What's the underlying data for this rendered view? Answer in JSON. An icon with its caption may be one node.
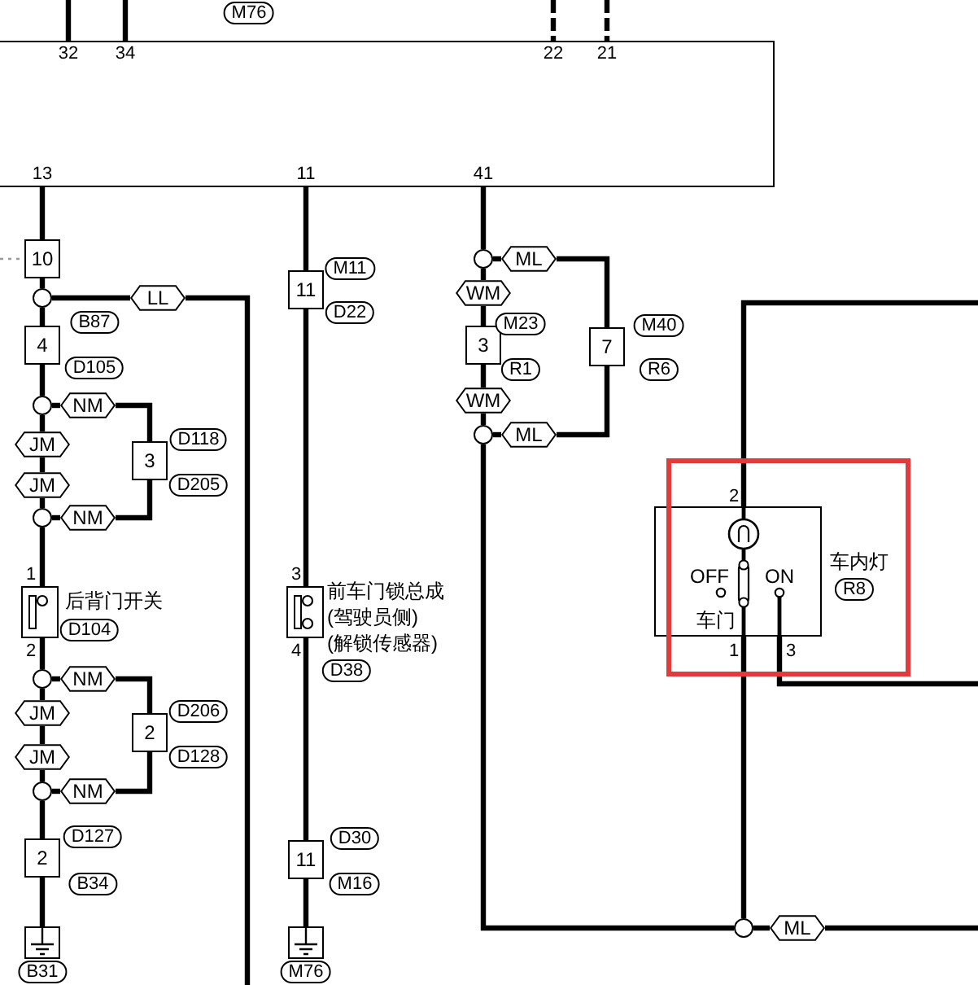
{
  "diagram": {
    "nodes": [
      {
        "text": [],
        "shape": "box"
      },
      {
        "text": [
          "10"
        ]
      },
      {
        "text": [],
        "shape": "circle"
      },
      {
        "text": [
          "LL"
        ]
      },
      {
        "text": [
          "4"
        ],
        "beside": [
          "B87",
          "D105"
        ]
      },
      {
        "text": [],
        "shape": "circle"
      },
      {
        "text": [
          "NM"
        ]
      },
      {
        "text": [
          "3"
        ],
        "beside": [
          "D118",
          "D205"
        ]
      },
      {
        "text": [
          "JM"
        ]
      },
      {
        "text": [
          "JM"
        ]
      },
      {
        "text": [],
        "shape": "circle"
      },
      {
        "text": [
          "NM"
        ]
      },
      {
        "text": [
          "后背门开关"
        ],
        "beside": [
          "D104"
        ]
      },
      {
        "text": [],
        "shape": "circle"
      },
      {
        "text": [
          "NM"
        ]
      },
      {
        "text": [
          "2"
        ],
        "beside": [
          "D206",
          "D128"
        ]
      },
      {
        "text": [
          "JM"
        ]
      },
      {
        "text": [
          "JM"
        ]
      },
      {
        "text": [],
        "shape": "circle"
      },
      {
        "text": [
          "NM"
        ]
      },
      {
        "text": [
          "2"
        ],
        "beside": [
          "D127",
          "B34"
        ]
      },
      {
        "text": [],
        "shape": "ground",
        "beside": [
          "B31"
        ]
      },
      {
        "text": [
          "11"
        ],
        "beside": [
          "M11",
          "D22"
        ]
      },
      {
        "text": [
          "前车门锁总成",
          "(驾驶员侧)",
          "(解锁传感器)"
        ],
        "beside": [
          "D38"
        ]
      },
      {
        "text": [
          "11"
        ],
        "beside": [
          "D30",
          "M16"
        ]
      },
      {
        "text": [],
        "shape": "ground",
        "beside": [
          "M76"
        ]
      },
      {
        "text": [],
        "shape": "circle"
      },
      {
        "text": [
          "ML"
        ]
      },
      {
        "text": [
          "WM"
        ]
      },
      {
        "text": [
          "3"
        ],
        "beside": [
          "M23",
          "R1"
        ]
      },
      {
        "text": [
          "WM"
        ]
      },
      {
        "text": [
          "7"
        ],
        "beside": [
          "M40",
          "R6"
        ]
      },
      {
        "text": [],
        "shape": "circle"
      },
      {
        "text": [
          "ML"
        ]
      },
      {
        "text": [],
        "shape": "circle"
      },
      {
        "text": [
          "ML"
        ]
      },
      {
        "text": [
          "车内灯",
          "OFF",
          "ON",
          "车门"
        ],
        "beside": [
          "R8"
        ]
      }
    ],
    "edges": [
      {
        "from": null,
        "to": 0,
        "arrow": "none"
      },
      {
        "from": null,
        "to": 0,
        "arrow": "none"
      },
      {
        "from": null,
        "to": 0,
        "arrow": "none",
        "style": "dashed"
      },
      {
        "from": null,
        "to": 0,
        "arrow": "none",
        "style": "dashed"
      },
      {
        "from": 0,
        "to": 1,
        "arrow": "none"
      },
      {
        "from": null,
        "to": 1,
        "arrow": "none",
        "style": "dashed",
        "color": "#999999"
      },
      {
        "from": 1,
        "to": 2,
        "arrow": "none"
      },
      {
        "from": 2,
        "to": 3,
        "arrow": "none"
      },
      {
        "from": 3,
        "to": null,
        "arrow": "none"
      },
      {
        "from": 2,
        "to": 4,
        "arrow": "none"
      },
      {
        "from": 4,
        "to": 5,
        "arrow": "none"
      },
      {
        "from": 5,
        "to": 6,
        "arrow": "none"
      },
      {
        "from": 6,
        "to": 7,
        "arrow": "none"
      },
      {
        "from": 5,
        "to": 8,
        "arrow": "none"
      },
      {
        "from": 8,
        "to": 9,
        "arrow": "none"
      },
      {
        "from": 9,
        "to": 10,
        "arrow": "none"
      },
      {
        "from": 10,
        "to": 11,
        "arrow": "none"
      },
      {
        "from": 11,
        "to": 7,
        "arrow": "none"
      },
      {
        "from": 10,
        "to": 12,
        "arrow": "none"
      },
      {
        "from": 12,
        "to": 13,
        "arrow": "none"
      },
      {
        "from": 13,
        "to": 14,
        "arrow": "none"
      },
      {
        "from": 14,
        "to": 15,
        "arrow": "none"
      },
      {
        "from": 13,
        "to": 16,
        "arrow": "none"
      },
      {
        "from": 16,
        "to": 17,
        "arrow": "none"
      },
      {
        "from": 17,
        "to": 18,
        "arrow": "none"
      },
      {
        "from": 18,
        "to": 19,
        "arrow": "none"
      },
      {
        "from": 19,
        "to": 15,
        "arrow": "none"
      },
      {
        "from": 18,
        "to": 20,
        "arrow": "none"
      },
      {
        "from": 20,
        "to": 21,
        "arrow": "none"
      },
      {
        "from": 0,
        "to": 22,
        "arrow": "none"
      },
      {
        "from": 22,
        "to": 23,
        "arrow": "none"
      },
      {
        "from": 23,
        "to": 24,
        "arrow": "none"
      },
      {
        "from": 24,
        "to": 25,
        "arrow": "none"
      },
      {
        "from": 0,
        "to": 26,
        "arrow": "none"
      },
      {
        "from": 26,
        "to": 27,
        "arrow": "none"
      },
      {
        "from": 27,
        "to": 31,
        "arrow": "none"
      },
      {
        "from": 26,
        "to": 28,
        "arrow": "none"
      },
      {
        "from": 28,
        "to": 29,
        "arrow": "none"
      },
      {
        "from": 29,
        "to": 30,
        "arrow": "none"
      },
      {
        "from": 30,
        "to": 32,
        "arrow": "none"
      },
      {
        "from": 32,
        "to": 33,
        "arrow": "none"
      },
      {
        "from": 33,
        "to": 31,
        "arrow": "none"
      },
      {
        "from": 32,
        "to": 34,
        "arrow": "none"
      },
      {
        "from": 34,
        "to": 35,
        "arrow": "none"
      },
      {
        "from": 35,
        "to": null,
        "arrow": "none"
      },
      {
        "from": 34,
        "to": 36,
        "arrow": "none"
      },
      {
        "from": 36,
        "to": null,
        "arrow": "none"
      },
      {
        "from": 36,
        "to": null,
        "arrow": "none"
      }
    ],
    "labels": [
      "M76",
      "32",
      "34",
      "22",
      "21",
      "13",
      "11",
      "41",
      "2",
      "1",
      "3",
      "2",
      "4",
      "1",
      "3"
    ]
  }
}
